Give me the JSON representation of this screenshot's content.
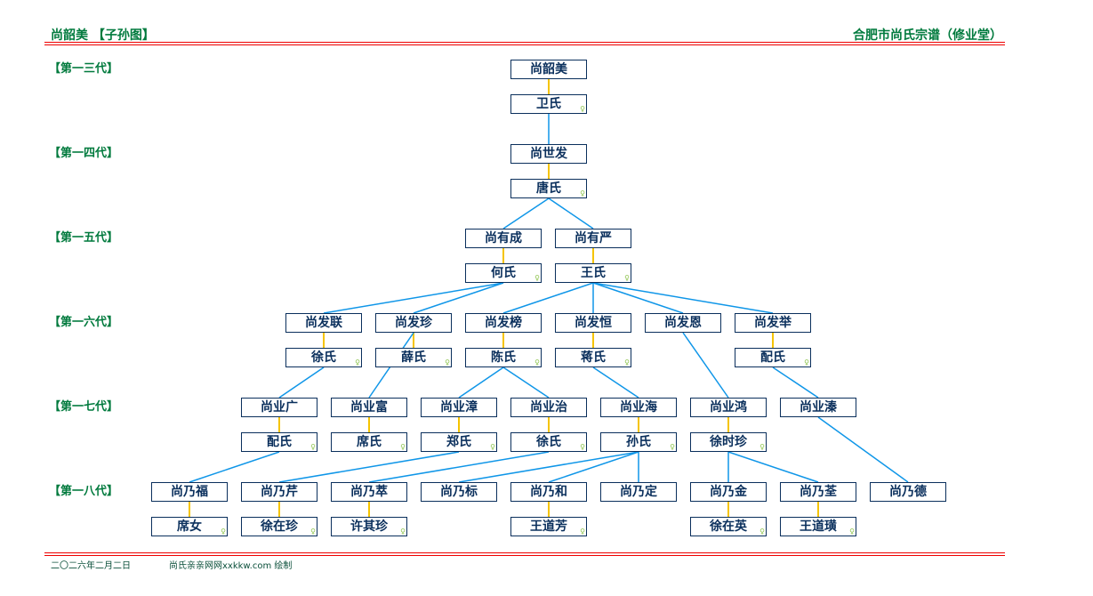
{
  "header": {
    "left_title": "尚韶美 【子孙图】",
    "right_title": "合肥市尚氏宗谱（修业堂）"
  },
  "generations": [
    "【第一三代】",
    "【第一四代】",
    "【第一五代】",
    "【第一六代】",
    "【第一七代】",
    "【第一八代】"
  ],
  "female_icon": "♀",
  "colors": {
    "child_line": "#0f96e8",
    "spouse_line": "#f5c400",
    "box_border": "#0a2f5c",
    "title": "#007a3d",
    "rule": "#e00000"
  },
  "tree": {
    "name": "尚韶美",
    "spouse": "卫氏",
    "children": [
      {
        "name": "尚世发",
        "spouse": "唐氏",
        "children": [
          {
            "name": "尚有成",
            "spouse": "何氏",
            "children": [
              {
                "name": "尚发联",
                "spouse": "徐氏",
                "children": [
                  {
                    "name": "尚业广",
                    "spouse": "配氏",
                    "children": [
                      {
                        "name": "尚乃福",
                        "spouse": "席女",
                        "children": []
                      }
                    ]
                  }
                ]
              },
              {
                "name": "尚发珍",
                "spouse": "薛氏",
                "children": [
                  {
                    "name": "尚业富",
                    "spouse": "席氏",
                    "line_from": "father",
                    "children": []
                  }
                ]
              }
            ]
          },
          {
            "name": "尚有严",
            "spouse": "王氏",
            "children": [
              {
                "name": "尚发榜",
                "spouse": "陈氏",
                "children": [
                  {
                    "name": "尚业漳",
                    "spouse": "郑氏",
                    "children": [
                      {
                        "name": "尚乃芹",
                        "spouse": "徐在珍",
                        "children": []
                      }
                    ]
                  },
                  {
                    "name": "尚业治",
                    "spouse": "徐氏",
                    "children": [
                      {
                        "name": "尚乃萃",
                        "spouse": "许其珍",
                        "children": []
                      }
                    ]
                  }
                ]
              },
              {
                "name": "尚发恒",
                "spouse": "蒋氏",
                "children": [
                  {
                    "name": "尚业海",
                    "spouse": "孙氏",
                    "children": [
                      {
                        "name": "尚乃标",
                        "children": []
                      },
                      {
                        "name": "尚乃和",
                        "spouse": "王道芳",
                        "children": []
                      },
                      {
                        "name": "尚乃定",
                        "children": []
                      }
                    ]
                  }
                ]
              },
              {
                "name": "尚发恩",
                "children": [
                  {
                    "name": "尚业鸿",
                    "spouse": "徐时珍",
                    "children": [
                      {
                        "name": "尚乃金",
                        "spouse": "徐在英",
                        "children": []
                      },
                      {
                        "name": "尚乃荃",
                        "spouse": "王道璜",
                        "children": []
                      }
                    ]
                  }
                ]
              },
              {
                "name": "尚发举",
                "spouse": "配氏",
                "children": [
                  {
                    "name": "尚业溱",
                    "children": [
                      {
                        "name": "尚乃德",
                        "children": []
                      }
                    ]
                  }
                ]
              }
            ]
          }
        ]
      }
    ]
  },
  "footer": {
    "date": "二〇二六年二月二日",
    "credit": "尚氏亲亲网网xxkkw.com 绘制"
  }
}
